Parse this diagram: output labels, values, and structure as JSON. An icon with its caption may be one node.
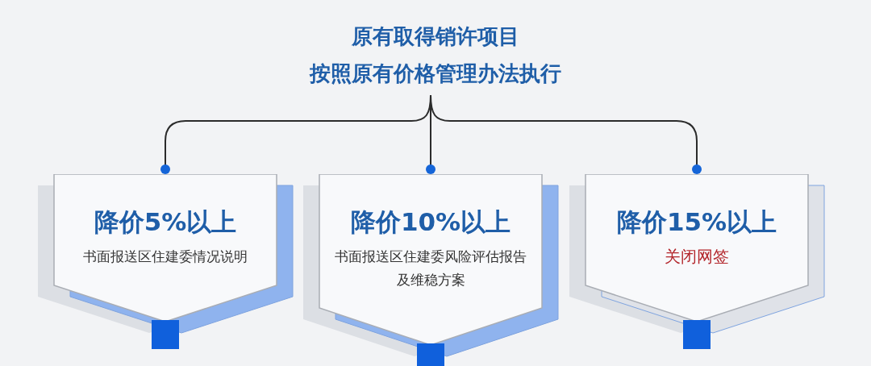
{
  "diagram": {
    "nodes": [
      {
        "text": [
          "原有取得销许项目",
          "按照原有价格管理办法执行"
        ]
      },
      {
        "text": [
          "降价5%以上",
          "书面报送区住建委情况说明"
        ]
      },
      {
        "text": [
          "降价10%以上",
          "书面报送区住建委风险评估报告及维稳方案"
        ]
      },
      {
        "text": [
          "降价15%以上",
          "关闭网签"
        ]
      }
    ],
    "edges": [
      {
        "from": 0,
        "to": 1,
        "arrow": "other"
      },
      {
        "from": 0,
        "to": 2,
        "arrow": "other"
      },
      {
        "from": 0,
        "to": 3,
        "arrow": "other"
      }
    ]
  }
}
